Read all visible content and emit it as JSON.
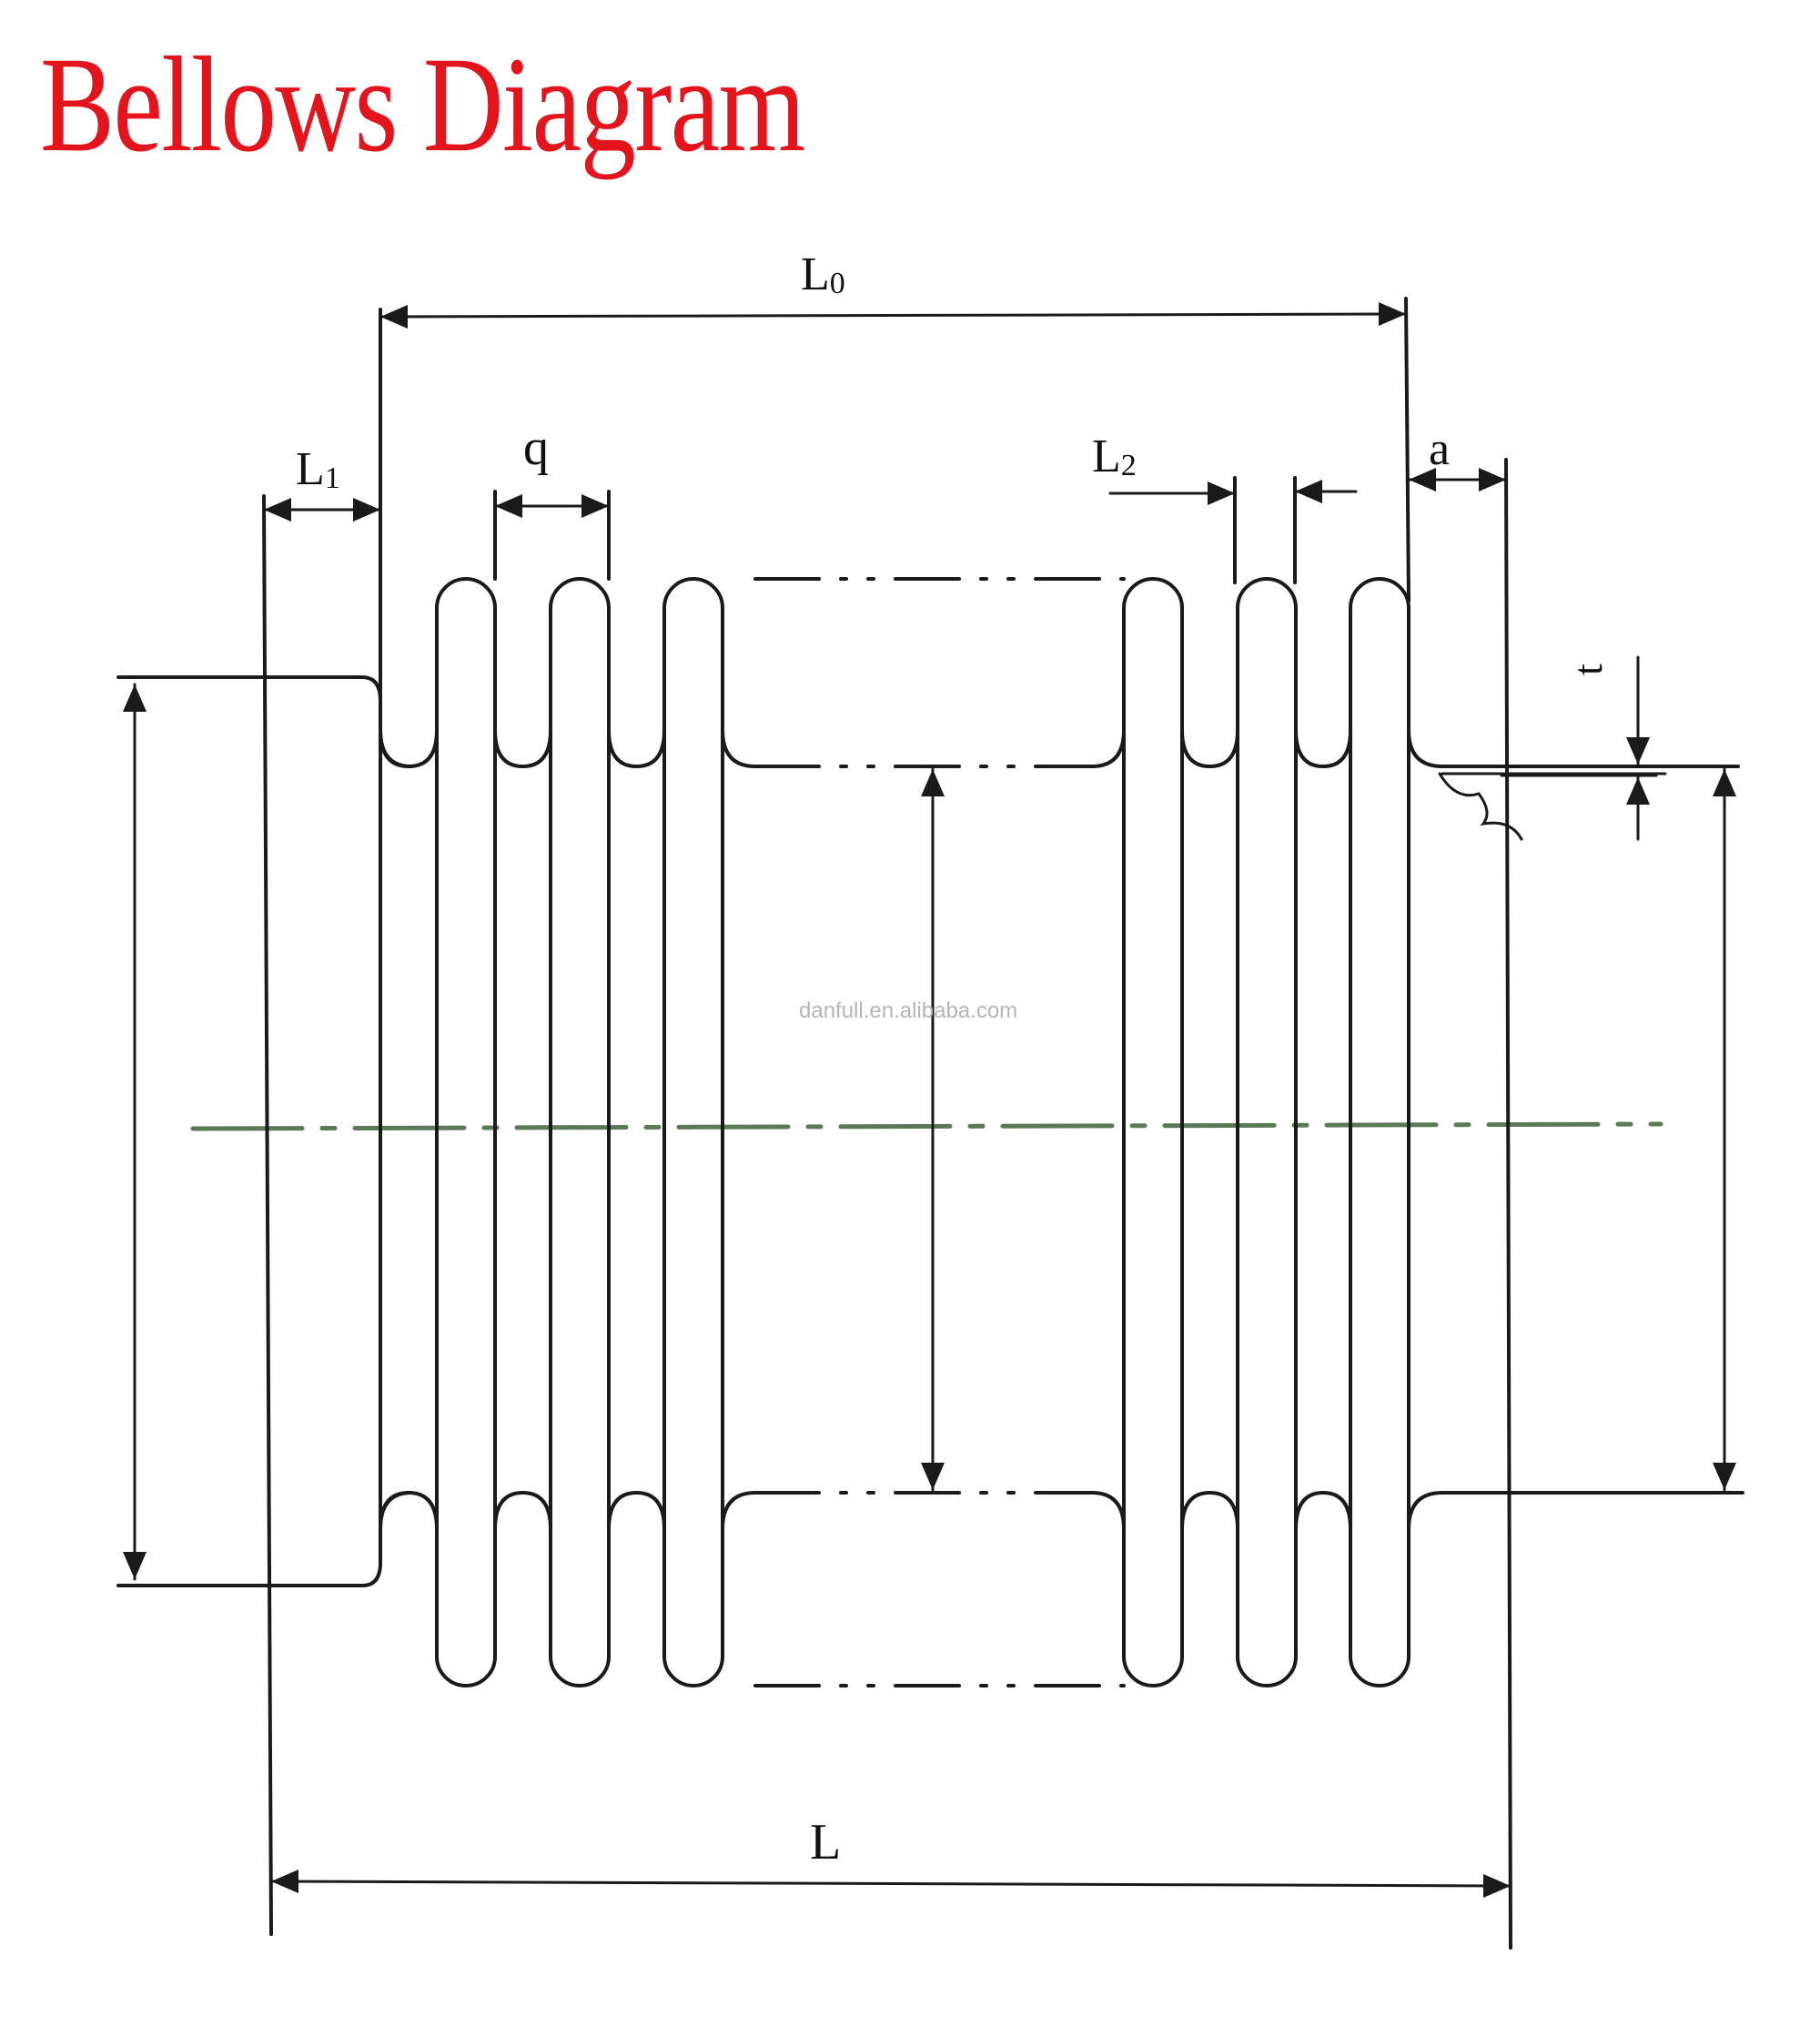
{
  "title": "Bellows Diagram",
  "colors": {
    "title": "#e3141b",
    "line": "#1a1a1a",
    "centerline": "#5a7a55",
    "watermark": "#b5b5b5"
  },
  "labels": {
    "L0": {
      "main": "L",
      "sub": "0"
    },
    "L1": {
      "main": "L",
      "sub": "1"
    },
    "L2": {
      "main": "L",
      "sub": "2"
    },
    "q": "q",
    "a": "a",
    "t": "t",
    "L": "L"
  },
  "watermark": "danfull.en.alibaba.com"
}
